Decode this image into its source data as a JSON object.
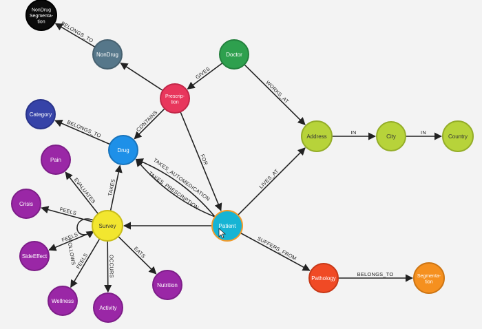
{
  "graph": {
    "nodes": [
      {
        "id": "nondrug_seg",
        "label": "NonDrug\nSegmenta-\ntion",
        "color": "#0b0b0b",
        "stroke": "#000000",
        "text": "light"
      },
      {
        "id": "nondrug",
        "label": "NonDrug",
        "color": "#56778a",
        "stroke": "#46606f",
        "text": "light"
      },
      {
        "id": "doctor",
        "label": "Doctor",
        "color": "#2ea04e",
        "stroke": "#23803d",
        "text": "light"
      },
      {
        "id": "prescription",
        "label": "Prescrip-\ntion",
        "color": "#e8365c",
        "stroke": "#c12748",
        "text": "light"
      },
      {
        "id": "category",
        "label": "Category",
        "color": "#3643a8",
        "stroke": "#28338a",
        "text": "light"
      },
      {
        "id": "drug",
        "label": "Drug",
        "color": "#1e90e8",
        "stroke": "#1773bb",
        "text": "light"
      },
      {
        "id": "pain",
        "label": "Pain",
        "color": "#9a27a6",
        "stroke": "#7d1d88",
        "text": "light"
      },
      {
        "id": "crisis",
        "label": "Crisis",
        "color": "#9a27a6",
        "stroke": "#7d1d88",
        "text": "light"
      },
      {
        "id": "survey",
        "label": "Survey",
        "color": "#f2e62f",
        "stroke": "#c9bd1a",
        "text": "dark"
      },
      {
        "id": "sideeffect",
        "label": "SideEffect",
        "color": "#9a27a6",
        "stroke": "#7d1d88",
        "text": "light"
      },
      {
        "id": "wellness",
        "label": "Wellness",
        "color": "#9a27a6",
        "stroke": "#7d1d88",
        "text": "light"
      },
      {
        "id": "activity",
        "label": "Activity",
        "color": "#9a27a6",
        "stroke": "#7d1d88",
        "text": "light"
      },
      {
        "id": "nutrition",
        "label": "Nutrition",
        "color": "#9a27a6",
        "stroke": "#7d1d88",
        "text": "light"
      },
      {
        "id": "patient",
        "label": "Patient",
        "color": "#17b4d4",
        "stroke": "#f19a2b",
        "text": "light"
      },
      {
        "id": "address",
        "label": "Address",
        "color": "#b7d33a",
        "stroke": "#94ad28",
        "text": "dark"
      },
      {
        "id": "city",
        "label": "City",
        "color": "#b7d33a",
        "stroke": "#94ad28",
        "text": "dark"
      },
      {
        "id": "country",
        "label": "Country",
        "color": "#b7d33a",
        "stroke": "#94ad28",
        "text": "dark"
      },
      {
        "id": "pathology",
        "label": "Pathology",
        "color": "#f04a25",
        "stroke": "#c73817",
        "text": "light"
      },
      {
        "id": "segmentation",
        "label": "Segmenta-\ntion",
        "color": "#f5901f",
        "stroke": "#cd7514",
        "text": "light"
      }
    ],
    "edges": [
      {
        "from": "nondrug",
        "to": "nondrug_seg",
        "label": "BELONGS_TO"
      },
      {
        "from": "prescription",
        "to": "nondrug",
        "label": ""
      },
      {
        "from": "doctor",
        "to": "prescription",
        "label": "GIVES"
      },
      {
        "from": "doctor",
        "to": "address",
        "label": "WORKS_AT"
      },
      {
        "from": "prescription",
        "to": "drug",
        "label": "CONTAINS"
      },
      {
        "from": "prescription",
        "to": "patient",
        "label": "FOR"
      },
      {
        "from": "drug",
        "to": "category",
        "label": "BELONGS_TO"
      },
      {
        "from": "patient",
        "to": "drug",
        "label": "TAKES_PRESCRIPTION"
      },
      {
        "from": "patient",
        "to": "drug",
        "label": "TAKES_AUTOMEDICATION"
      },
      {
        "from": "survey",
        "to": "drug",
        "label": "TAKES"
      },
      {
        "from": "survey",
        "to": "pain",
        "label": "EVALUATES"
      },
      {
        "from": "survey",
        "to": "crisis",
        "label": "FEELS"
      },
      {
        "from": "survey",
        "to": "sideeffect",
        "label": "FEELS"
      },
      {
        "from": "survey",
        "to": "wellness",
        "label": "FEELS"
      },
      {
        "from": "survey",
        "to": "activity",
        "label": "OCCURS"
      },
      {
        "from": "survey",
        "to": "nutrition",
        "label": "EATS"
      },
      {
        "from": "survey",
        "to": "survey",
        "label": "FOLLOWS"
      },
      {
        "from": "patient",
        "to": "survey",
        "label": ""
      },
      {
        "from": "patient",
        "to": "address",
        "label": "LIVES_AT"
      },
      {
        "from": "address",
        "to": "city",
        "label": "IN"
      },
      {
        "from": "city",
        "to": "country",
        "label": "IN"
      },
      {
        "from": "patient",
        "to": "pathology",
        "label": "SUFFERS_FROM"
      },
      {
        "from": "pathology",
        "to": "segmentation",
        "label": "BELONGS_TO"
      }
    ]
  }
}
